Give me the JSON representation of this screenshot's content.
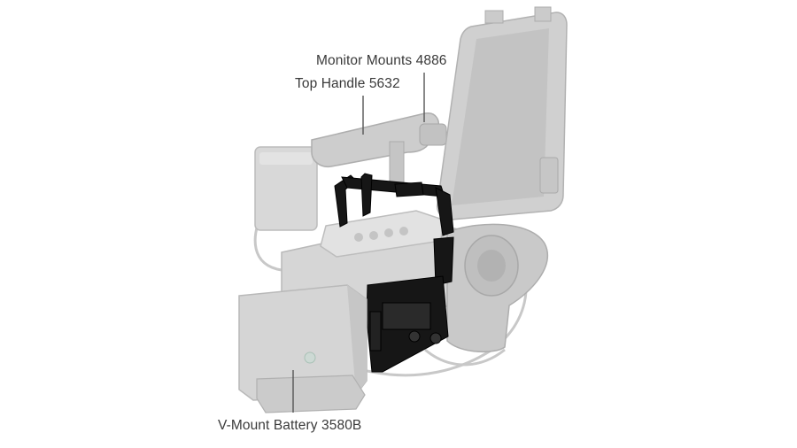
{
  "callouts": {
    "monitor_mounts": "Monitor Mounts 4886",
    "top_handle": "Top Handle 5632",
    "v_mount_battery": "V-Mount Battery 3580B"
  },
  "colors": {
    "background": "#ffffff",
    "product_gray": "#cfcfcf",
    "cage_black": "#141414",
    "leader_line": "#555555"
  }
}
